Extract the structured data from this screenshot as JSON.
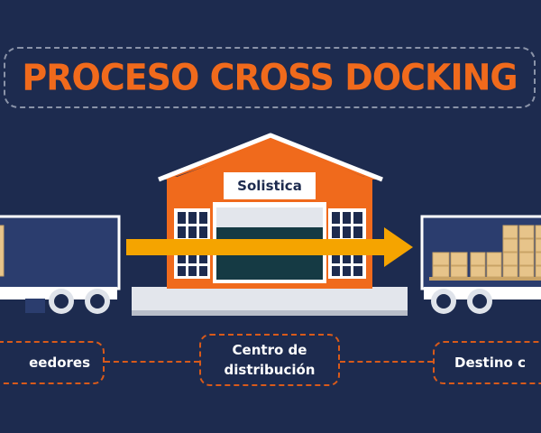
{
  "title": "PROCESO CROSS DOCKING",
  "warehouse": {
    "sign": "Solistica"
  },
  "labels": {
    "left": "eedores",
    "center": "Centro de\ndistribución",
    "right": "Destino c"
  },
  "colors": {
    "background": "#1d2b4f",
    "accent_orange": "#f06a1c",
    "arrow_yellow": "#f5a400",
    "dashed_gray": "#8a93a8",
    "box_tan": "#e7c48a"
  }
}
